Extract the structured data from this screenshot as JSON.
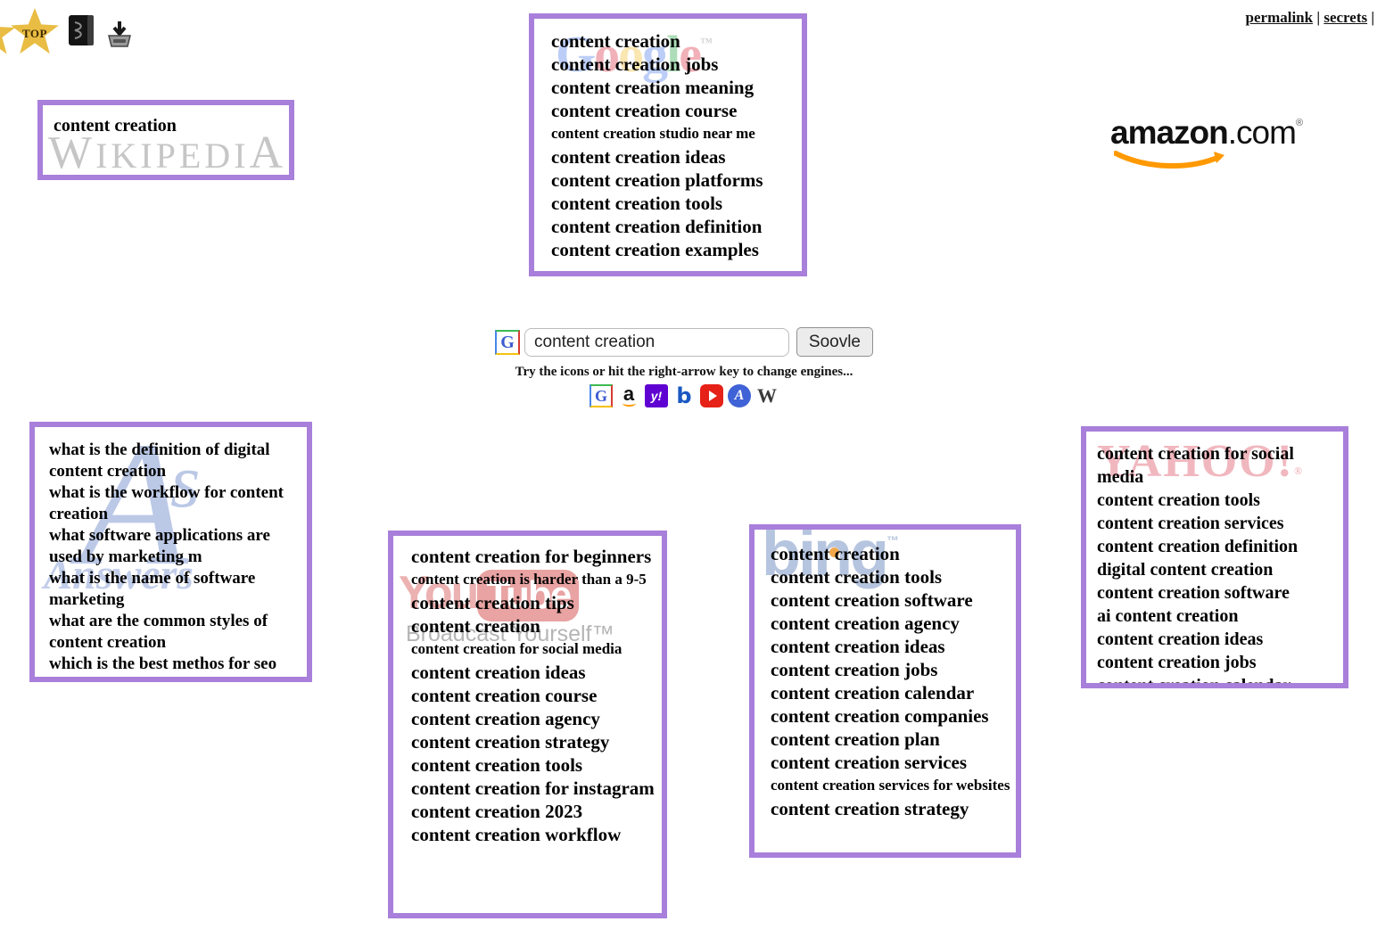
{
  "page": {
    "background": "#ffffff",
    "accent_border": "#a87fda"
  },
  "toolbar": {
    "top_star_label": "TOP",
    "icons": [
      "star-partial",
      "top-star",
      "book",
      "download"
    ]
  },
  "top_links": {
    "link1": "permalink",
    "separator": "|",
    "link2": "secrets",
    "partial": "s"
  },
  "search": {
    "query": "content creation",
    "button_label": "Soovle",
    "hint": "Try the icons or hit the right-arrow key to change engines...",
    "main_engine_glyph": "G",
    "engines": [
      {
        "name": "google",
        "glyph": "G"
      },
      {
        "name": "amazon",
        "glyph": "a"
      },
      {
        "name": "yahoo",
        "glyph": "y!"
      },
      {
        "name": "bing",
        "glyph": "b"
      },
      {
        "name": "youtube",
        "glyph": ""
      },
      {
        "name": "answers",
        "glyph": "A"
      },
      {
        "name": "wikipedia",
        "glyph": "W"
      }
    ]
  },
  "panels": {
    "wikipedia": {
      "watermark": {
        "first": "W",
        "middle": "IKIPEDI",
        "last": "A"
      },
      "items": [
        {
          "text": "content creation"
        }
      ]
    },
    "google": {
      "watermark_letters": [
        {
          "text": "G",
          "color": "#3369e8"
        },
        {
          "text": "o",
          "color": "#d50f25"
        },
        {
          "text": "o",
          "color": "#eeb211"
        },
        {
          "text": "g",
          "color": "#3369e8"
        },
        {
          "text": "l",
          "color": "#009925"
        },
        {
          "text": "e",
          "color": "#d50f25"
        }
      ],
      "watermark_tm": "™",
      "items": [
        {
          "text": "content creation"
        },
        {
          "text": "content creation jobs"
        },
        {
          "text": "content creation meaning"
        },
        {
          "text": "content creation course"
        },
        {
          "text": "content creation studio near me",
          "small": true
        },
        {
          "text": "content creation ideas"
        },
        {
          "text": "content creation platforms"
        },
        {
          "text": "content creation tools"
        },
        {
          "text": "content creation definition"
        },
        {
          "text": "content creation examples"
        }
      ]
    },
    "amazon": {
      "logo_bold": "amazon",
      "logo_rest": ".com",
      "logo_tm": "®"
    },
    "answers": {
      "watermark": {
        "big": "A",
        "swirl": "s",
        "word": "Answers"
      },
      "items": [
        {
          "text": "what is the definition of digital content creation"
        },
        {
          "text": "what is the workflow for content creation"
        },
        {
          "text": "what software applications are used by marketing m"
        },
        {
          "text": "what is the name of software marketing"
        },
        {
          "text": "what are the common styles of content creation"
        },
        {
          "text": "which is the best methos for seo"
        }
      ]
    },
    "youtube": {
      "watermark": {
        "you": "You",
        "tube": "Tube",
        "tagline": "Broadcast Yourself™"
      },
      "items": [
        {
          "text": "content creation for beginners"
        },
        {
          "text": "content creation is harder than a 9-5",
          "small": true
        },
        {
          "text": "content creation tips"
        },
        {
          "text": "content creation"
        },
        {
          "text": "content creation for social media",
          "small": true
        },
        {
          "text": "content creation ideas"
        },
        {
          "text": "content creation course"
        },
        {
          "text": "content creation agency"
        },
        {
          "text": "content creation strategy"
        },
        {
          "text": "content creation tools"
        },
        {
          "text": "content creation for instagram"
        },
        {
          "text": "content creation 2023"
        },
        {
          "text": "content creation workflow"
        }
      ]
    },
    "bing": {
      "watermark": {
        "text": "bing",
        "tm": "™"
      },
      "items": [
        {
          "text": "content creation"
        },
        {
          "text": "content creation tools"
        },
        {
          "text": "content creation software"
        },
        {
          "text": "content creation agency"
        },
        {
          "text": "content creation ideas"
        },
        {
          "text": "content creation jobs"
        },
        {
          "text": "content creation calendar"
        },
        {
          "text": "content creation companies"
        },
        {
          "text": "content creation plan"
        },
        {
          "text": "content creation services"
        },
        {
          "text": "content creation services for websites",
          "small": true
        },
        {
          "text": "content creation strategy"
        }
      ]
    },
    "yahoo": {
      "watermark": {
        "text": "YAHOO!",
        "reg": "®"
      },
      "items": [
        {
          "text": "content creation for social media",
          "small": true
        },
        {
          "text": "content creation tools"
        },
        {
          "text": "content creation services"
        },
        {
          "text": "content creation definition"
        },
        {
          "text": "digital content creation"
        },
        {
          "text": "content creation software"
        },
        {
          "text": "ai content creation"
        },
        {
          "text": "content creation ideas"
        },
        {
          "text": "content creation jobs"
        },
        {
          "text": "content creation calendar"
        }
      ]
    }
  }
}
